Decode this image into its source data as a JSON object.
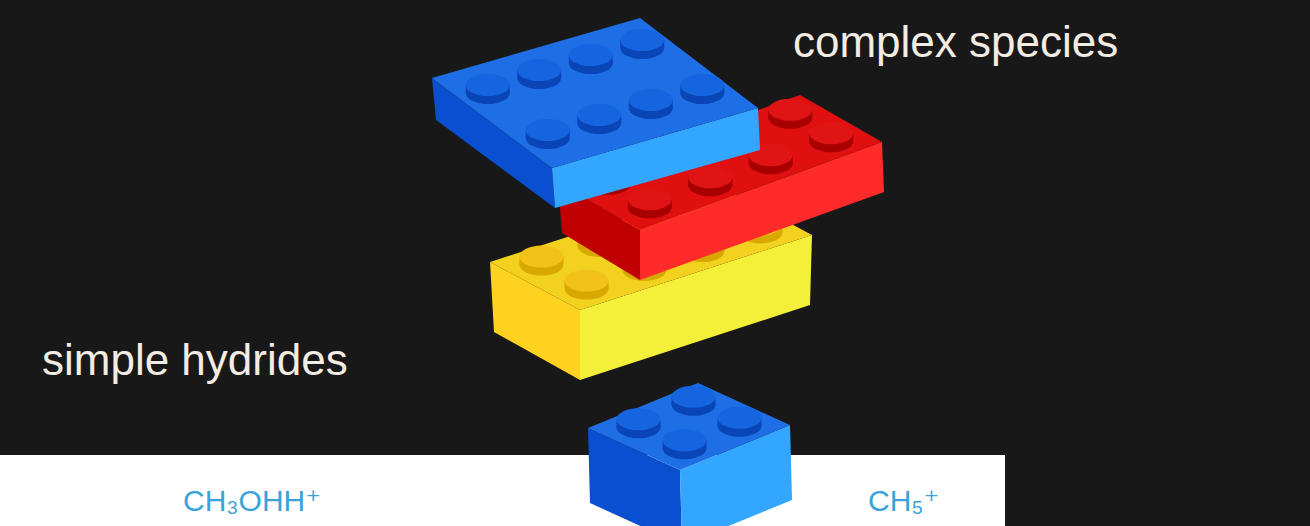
{
  "diagram": {
    "labels": [
      "complex species",
      "simple hydrides",
      "CH₃OHH⁺",
      "CH₅⁺"
    ]
  }
}
